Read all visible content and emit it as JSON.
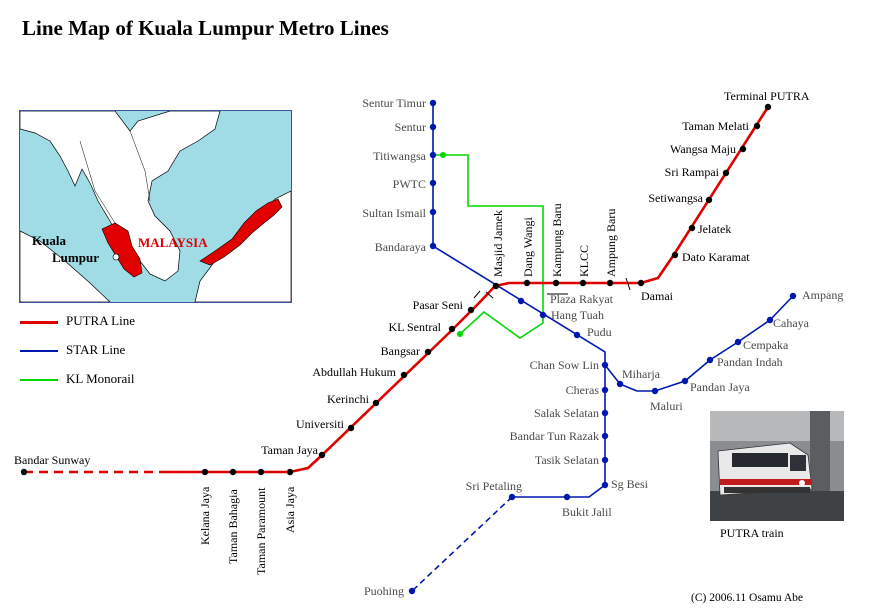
{
  "title": "Line Map of Kuala Lumpur Metro Lines",
  "legend": [
    {
      "label": "PUTRA Line",
      "color": "#e00000"
    },
    {
      "label": "STAR Line",
      "color": "#0018b0"
    },
    {
      "label": "KL Monorail",
      "color": "#00d800"
    }
  ],
  "inset": {
    "country_label": "MALAYSIA",
    "city_label_line1": "Kuala",
    "city_label_line2": "Lumpur"
  },
  "photo_caption": "PUTRA train",
  "copyright": "(C) 2006.11  Osamu Abe",
  "stations": {
    "putra": [
      "Bandar Sunway",
      "Kelana Jaya",
      "Taman Bahagia",
      "Taman Paramount",
      "Asia Jaya",
      "Taman Jaya",
      "Universiti",
      "Kerinchi",
      "Abdullah Hukum",
      "Bangsar",
      "KL Sentral",
      "Pasar Seni",
      "Masjid Jamek",
      "Dang Wangi",
      "Kampung Baru",
      "KLCC",
      "Ampung Baru",
      "Damai",
      "Dato Karamat",
      "Jelatek",
      "Setiwangsa",
      "Sri Rampai",
      "Wangsa Maju",
      "Taman Melati",
      "Terminal PUTRA"
    ],
    "star": [
      "Sentur Timur",
      "Sentur",
      "Titiwangsa",
      "PWTC",
      "Sultan Ismail",
      "Bandaraya",
      "Plaza Rakyat",
      "Hang Tuah",
      "Pudu",
      "Chan Sow Lin",
      "Cheras",
      "Salak Selatan",
      "Bandar Tun Razak",
      "Tasik Selatan",
      "Sg Besi",
      "Bukit Jalil",
      "Sri Petaling",
      "Puohing",
      "Miharja",
      "Maluri",
      "Pandan Jaya",
      "Pandan Indah",
      "Cempaka",
      "Cahaya",
      "Ampang"
    ]
  }
}
